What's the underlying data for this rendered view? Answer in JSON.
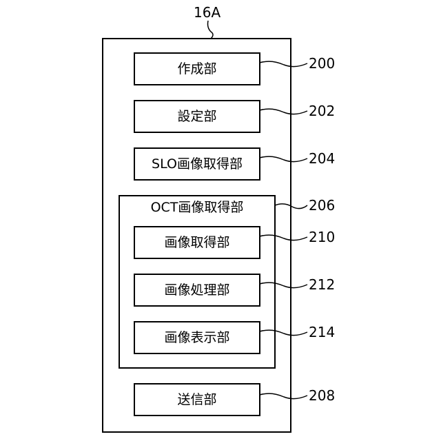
{
  "device_label": "16A",
  "units": [
    {
      "name": "作成部",
      "ref": "200"
    },
    {
      "name": "設定部",
      "ref": "202"
    },
    {
      "name": "SLO画像取得部",
      "ref": "204"
    },
    {
      "name": "OCT画像取得部",
      "ref": "206"
    },
    {
      "name": "送信部",
      "ref": "208"
    }
  ],
  "oct_subunits": [
    {
      "name": "画像取得部",
      "ref": "210"
    },
    {
      "name": "画像処理部",
      "ref": "212"
    },
    {
      "name": "画像表示部",
      "ref": "214"
    }
  ]
}
